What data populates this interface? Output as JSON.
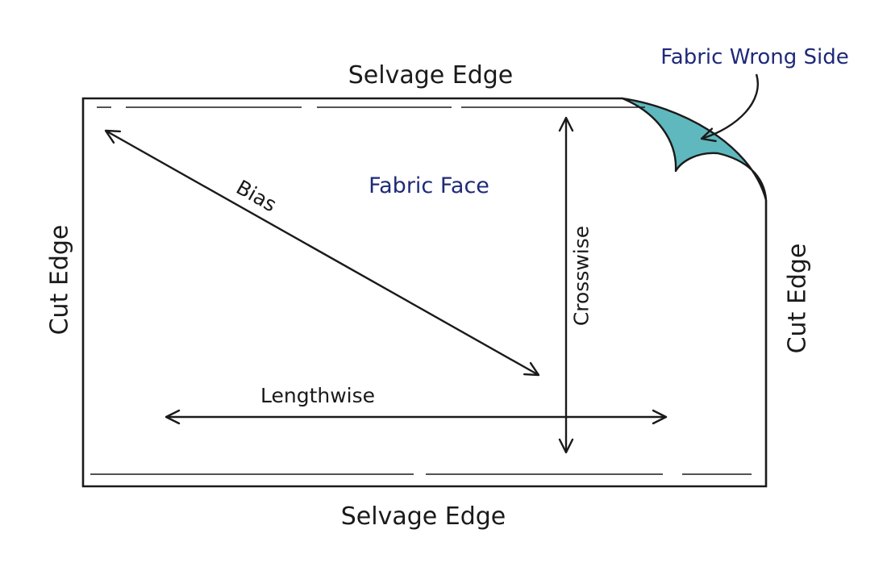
{
  "labels": {
    "selvage_top": "Selvage Edge",
    "selvage_bottom": "Selvage Edge",
    "cut_left": "Cut Edge",
    "cut_right": "Cut Edge",
    "fabric_face": "Fabric Face",
    "fabric_wrong_side": "Fabric Wrong Side",
    "bias": "Bias",
    "crosswise": "Crosswise",
    "lengthwise": "Lengthwise"
  },
  "colors": {
    "outline": "#1a1a1a",
    "label_blue": "#1f2a78",
    "wrong_side_fill": "#5fb8bd"
  }
}
